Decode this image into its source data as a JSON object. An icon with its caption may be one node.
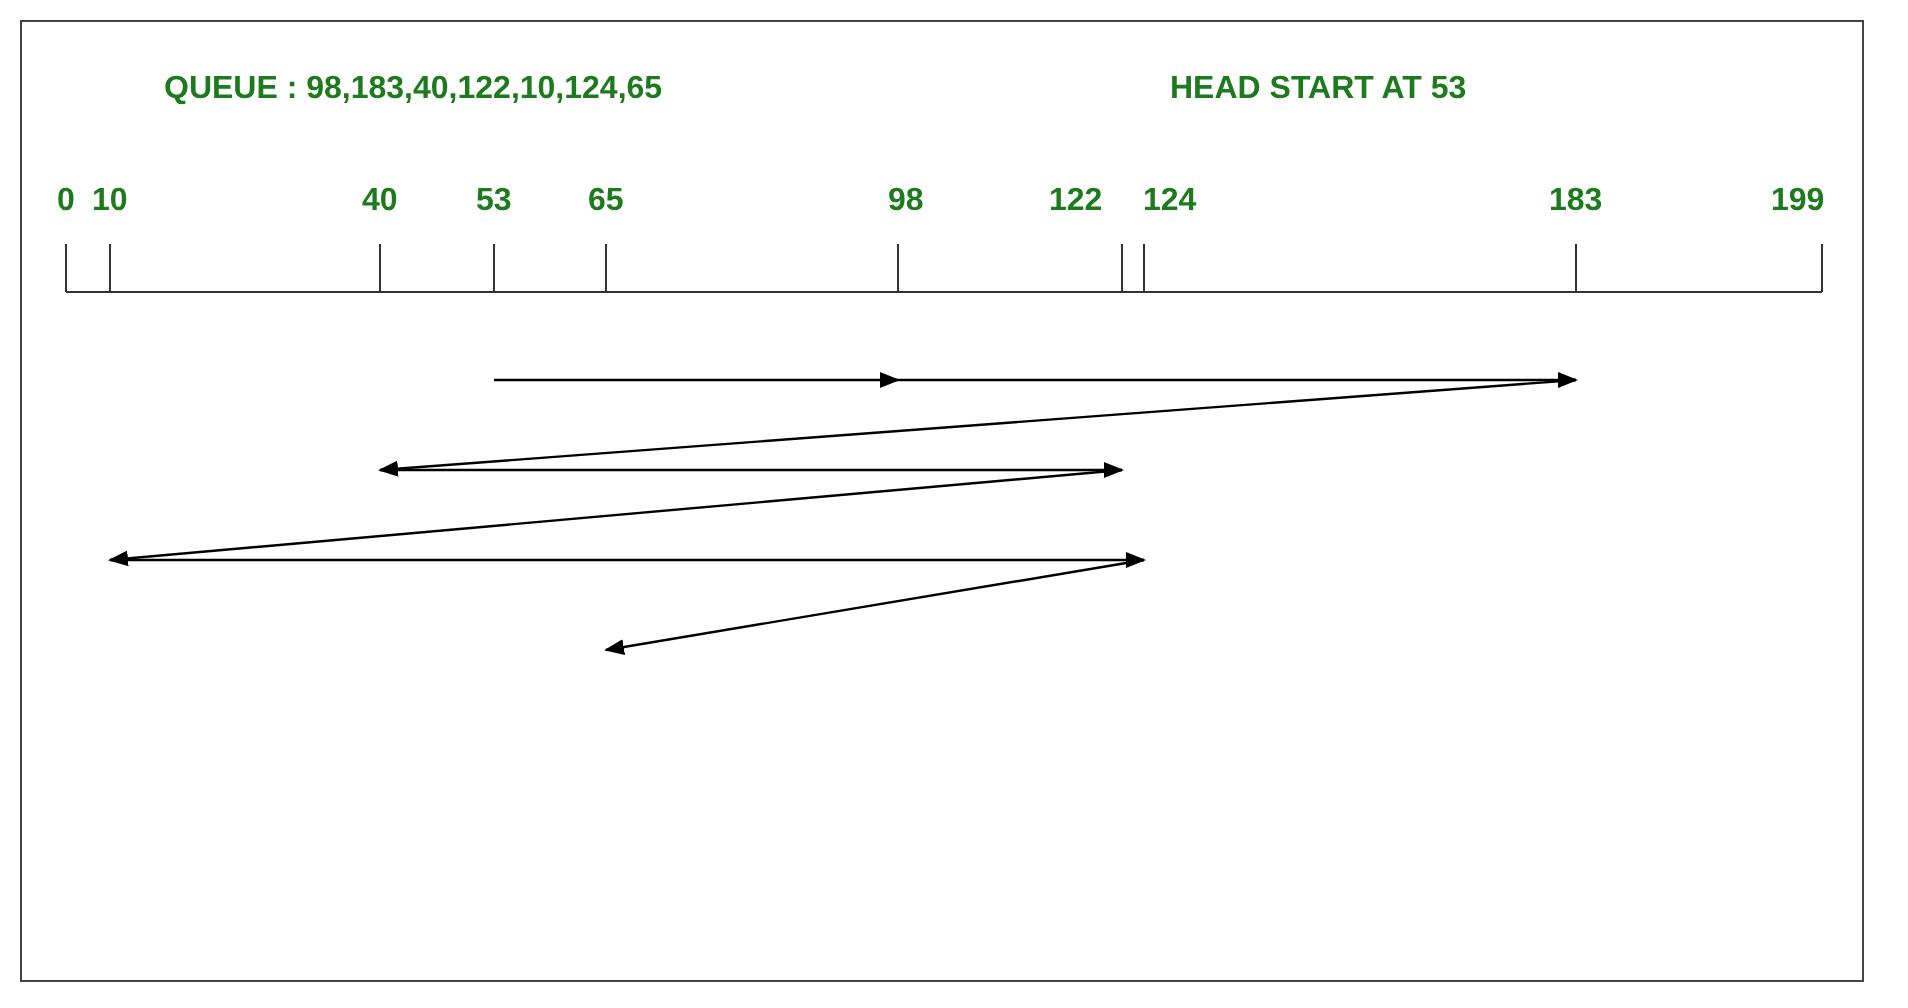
{
  "diagram": {
    "labels": [
      "QUEUE : 98,183,40,122,10,124,65",
      "HEAD START AT 53",
      "0",
      "10",
      "40",
      "53",
      "65",
      "98",
      "122",
      "124",
      "183",
      "199"
    ]
  }
}
